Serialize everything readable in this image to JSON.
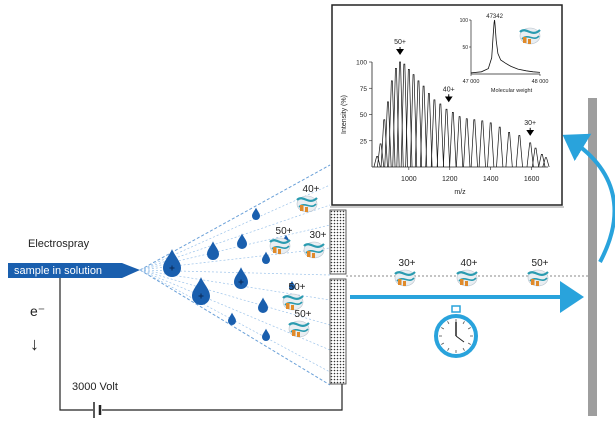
{
  "labels": {
    "electrospray": "Electrospray",
    "sample": "sample in solution",
    "electron": "e⁻",
    "arrow_down": "↓",
    "voltage": "3000 Volt"
  },
  "ions_cone": [
    {
      "charge": "40+"
    },
    {
      "charge": "50+"
    },
    {
      "charge": "30+"
    },
    {
      "charge": "50+"
    },
    {
      "charge": "50+"
    }
  ],
  "ions_flight": [
    {
      "charge": "30+"
    },
    {
      "charge": "40+"
    },
    {
      "charge": "50+"
    }
  ],
  "colors": {
    "droplet": "#1a5fae",
    "capillary": "#1a5fae",
    "flight_arrow": "#29a3dc",
    "detector": "#9e9e9e",
    "protein_teal": "#2a9bb0",
    "protein_orange": "#e08a2a"
  },
  "chart_data": [
    {
      "type": "line",
      "title": "",
      "xlabel": "m/z",
      "ylabel": "Intensity (%)",
      "xlim": [
        820,
        1680
      ],
      "ylim": [
        0,
        100
      ],
      "xticks": [
        1000,
        1200,
        1400,
        1600
      ],
      "yticks": [
        25,
        50,
        75,
        100
      ],
      "grid": false,
      "annotations": [
        {
          "label": "50+",
          "x": 957
        },
        {
          "label": "40+",
          "x": 1195
        },
        {
          "label": "30+",
          "x": 1593
        }
      ],
      "series": [
        {
          "peaks": [
            {
              "x": 845,
              "y": 10
            },
            {
              "x": 862,
              "y": 22
            },
            {
              "x": 880,
              "y": 45
            },
            {
              "x": 898,
              "y": 62
            },
            {
              "x": 917,
              "y": 82
            },
            {
              "x": 937,
              "y": 94
            },
            {
              "x": 957,
              "y": 100
            },
            {
              "x": 978,
              "y": 98
            },
            {
              "x": 1000,
              "y": 93
            },
            {
              "x": 1023,
              "y": 88
            },
            {
              "x": 1047,
              "y": 82
            },
            {
              "x": 1072,
              "y": 77
            },
            {
              "x": 1098,
              "y": 70
            },
            {
              "x": 1125,
              "y": 64
            },
            {
              "x": 1154,
              "y": 60
            },
            {
              "x": 1184,
              "y": 55
            },
            {
              "x": 1215,
              "y": 52
            },
            {
              "x": 1248,
              "y": 48
            },
            {
              "x": 1283,
              "y": 46
            },
            {
              "x": 1320,
              "y": 45
            },
            {
              "x": 1359,
              "y": 44
            },
            {
              "x": 1400,
              "y": 42
            },
            {
              "x": 1444,
              "y": 38
            },
            {
              "x": 1490,
              "y": 33
            },
            {
              "x": 1540,
              "y": 30
            },
            {
              "x": 1593,
              "y": 23
            },
            {
              "x": 1619,
              "y": 18
            },
            {
              "x": 1650,
              "y": 12
            },
            {
              "x": 1670,
              "y": 9
            }
          ]
        }
      ]
    },
    {
      "type": "line",
      "title": "",
      "xlabel": "Molecular weight",
      "ylabel": "",
      "xlim": [
        47000,
        48000
      ],
      "ylim": [
        0,
        100
      ],
      "xticks": [
        47000,
        48000
      ],
      "xtick_labels": [
        "47 000",
        "48 000"
      ],
      "yticks": [
        50,
        100
      ],
      "annotations": [
        {
          "label": "47342",
          "x": 47342
        }
      ],
      "series": [
        {
          "x": [
            47000,
            47150,
            47250,
            47300,
            47320,
            47335,
            47342,
            47350,
            47365,
            47390,
            47430,
            47500,
            47580,
            47680,
            47800,
            47900,
            48000
          ],
          "y": [
            2,
            4,
            10,
            30,
            70,
            95,
            100,
            90,
            62,
            38,
            26,
            20,
            14,
            9,
            6,
            4,
            3
          ]
        }
      ]
    }
  ]
}
